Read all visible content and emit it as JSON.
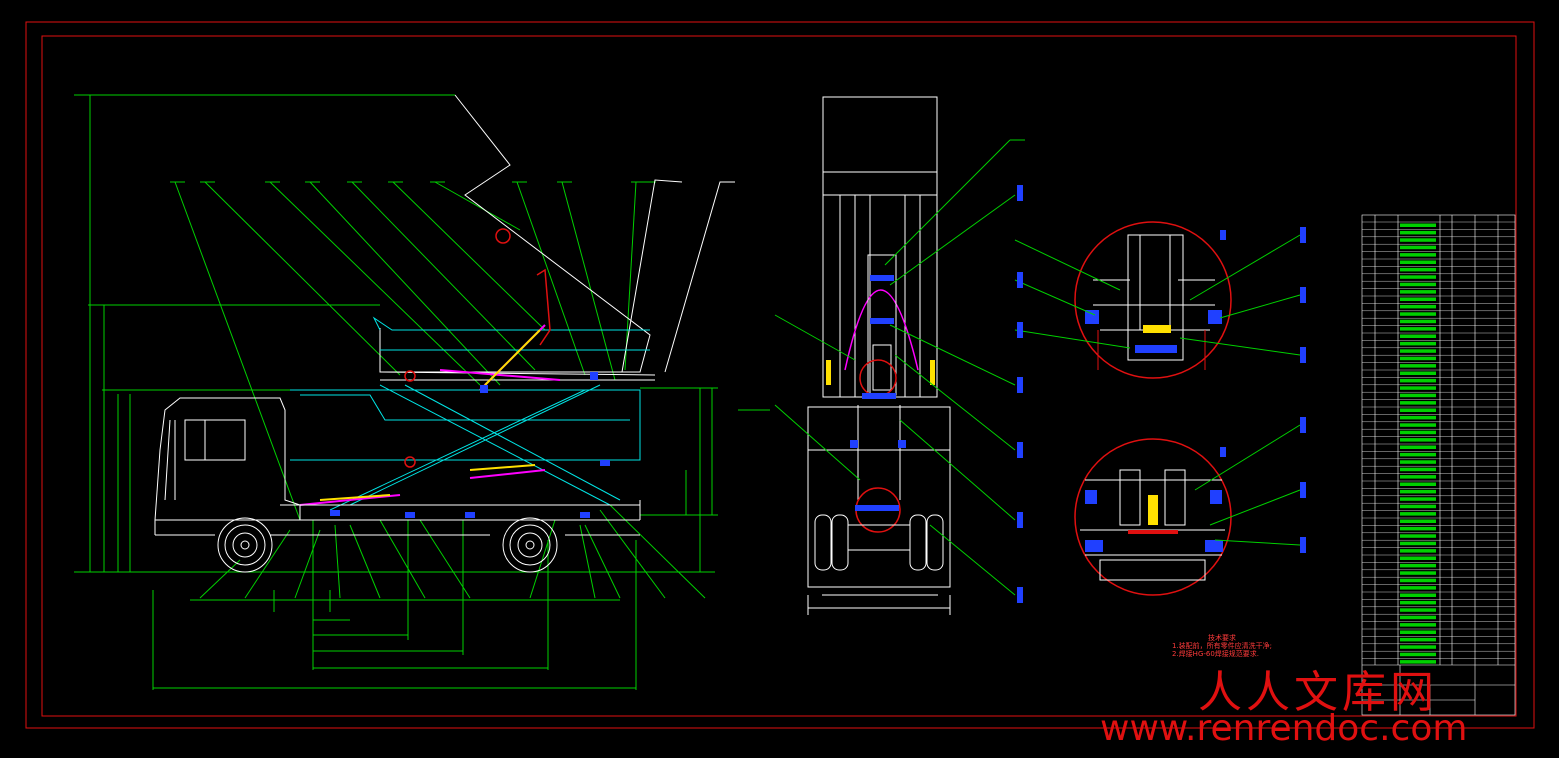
{
  "drawing": {
    "technical_requirements": {
      "title": "技术要求",
      "line1": "1.装配前，所有零件应清洗干净;",
      "line2": "2.焊接HG-60焊接规范要求."
    }
  },
  "watermark": {
    "chinese": "人人文库网",
    "url": "www.renrendoc.com"
  },
  "colors": {
    "frame": "#e01010",
    "dimension": "#00d000",
    "outline": "#ffffff",
    "body_tilted": "#00e5e5",
    "hydraulic": "#ff00ff",
    "part_blue": "#2040ff",
    "part_yellow": "#ffe000"
  }
}
